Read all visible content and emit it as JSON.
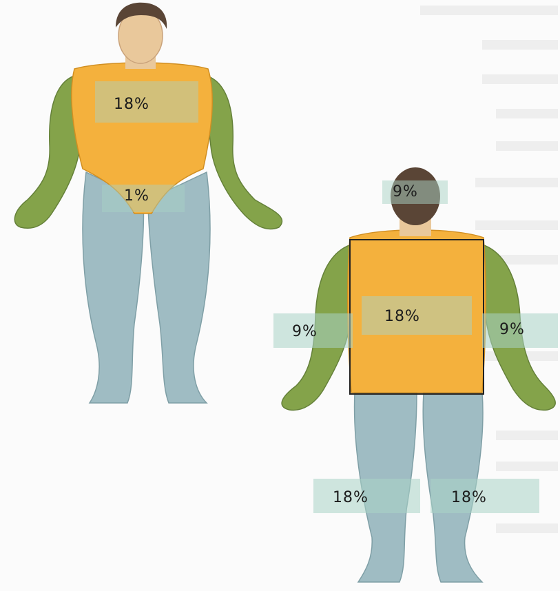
{
  "figure": {
    "front_view": {
      "chest_label": "18%",
      "genital_label": "1%"
    },
    "back_view": {
      "head_label": "9%",
      "back_label": "18%",
      "left_arm_label": "9%",
      "right_arm_label": "9%",
      "left_leg_label": "18%",
      "right_leg_label": "18%"
    }
  },
  "colors": {
    "skin": "#e9c89b",
    "hair": "#5a4536",
    "trunk": "#f4b13d",
    "arms": "#84a34a",
    "legs": "#9fbcc3",
    "label_box": "#a9d3c6",
    "ghost_text": "#d9d9d9"
  }
}
